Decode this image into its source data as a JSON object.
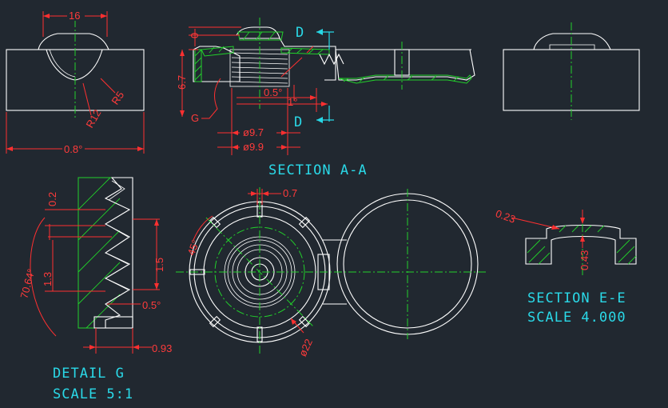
{
  "labels": {
    "section_aa": "SECTION  A-A",
    "section_ee": "SECTION  E-E",
    "scale_ee": "SCALE  4.000",
    "detail_g": "DETAIL  G",
    "scale_g": "SCALE  5:1",
    "section_mark_d_top": "D",
    "section_mark_d_bottom": "D"
  },
  "dimensions": {
    "front_width_top": "16",
    "front_r5": "R5",
    "front_r12": "R12",
    "front_width_bottom": "0.8°",
    "aa_height": "6.7",
    "aa_small_top": "0",
    "aa_g_tag": "G",
    "aa_half_deg": "0.5°",
    "aa_one_deg": "1°",
    "aa_dia_97": "ø9.7",
    "aa_dia_99": "ø9.9",
    "g_02": "0.2",
    "g_7064": "70.64°",
    "g_13": "1.3",
    "g_15": "1.5",
    "g_05": "0.5°",
    "g_093": "0.93",
    "top_07": "0.7",
    "top_45": "45°",
    "top_d22": "ø22",
    "ee_023": "0.23",
    "ee_043": "0.43"
  },
  "colors": {
    "background": "#212830",
    "outline": "#ffffff",
    "centerline": "#22d12b",
    "dimension": "#ff3030",
    "annotation": "#27d7e6"
  }
}
